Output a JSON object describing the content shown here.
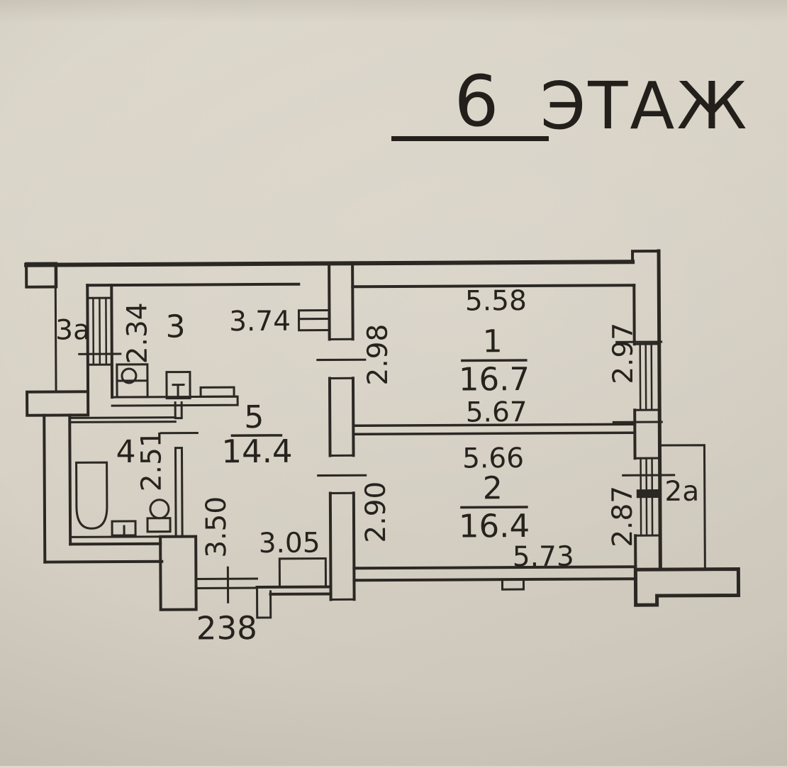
{
  "title": {
    "floor_number": "6",
    "floor_label": "ЭТАЖ"
  },
  "rooms": {
    "room1": {
      "id": "1",
      "area": "16.7"
    },
    "room2": {
      "id": "2",
      "area": "16.4"
    },
    "room2a": {
      "id": "2a"
    },
    "room3": {
      "id": "3"
    },
    "room3a": {
      "id": "3a"
    },
    "room4": {
      "id": "4"
    },
    "room5": {
      "id": "5",
      "area": "14.4"
    }
  },
  "dims": {
    "room1_top": "5.58",
    "room1_left": "2.98",
    "room1_right": "2.97",
    "room1_bottom": "5.67",
    "room2_top": "5.66",
    "room2_left": "2.90",
    "room2_right": "2.87",
    "room2_bottom": "5.73",
    "kitchen_window": "2.34",
    "kitchen_width": "3.74",
    "bathroom_width": "2.51",
    "hall_height": "3.50",
    "hall_width": "3.05",
    "entry_width": "238"
  },
  "colors": {
    "paper": "#d8d2c6",
    "ink": "#2b2824"
  }
}
